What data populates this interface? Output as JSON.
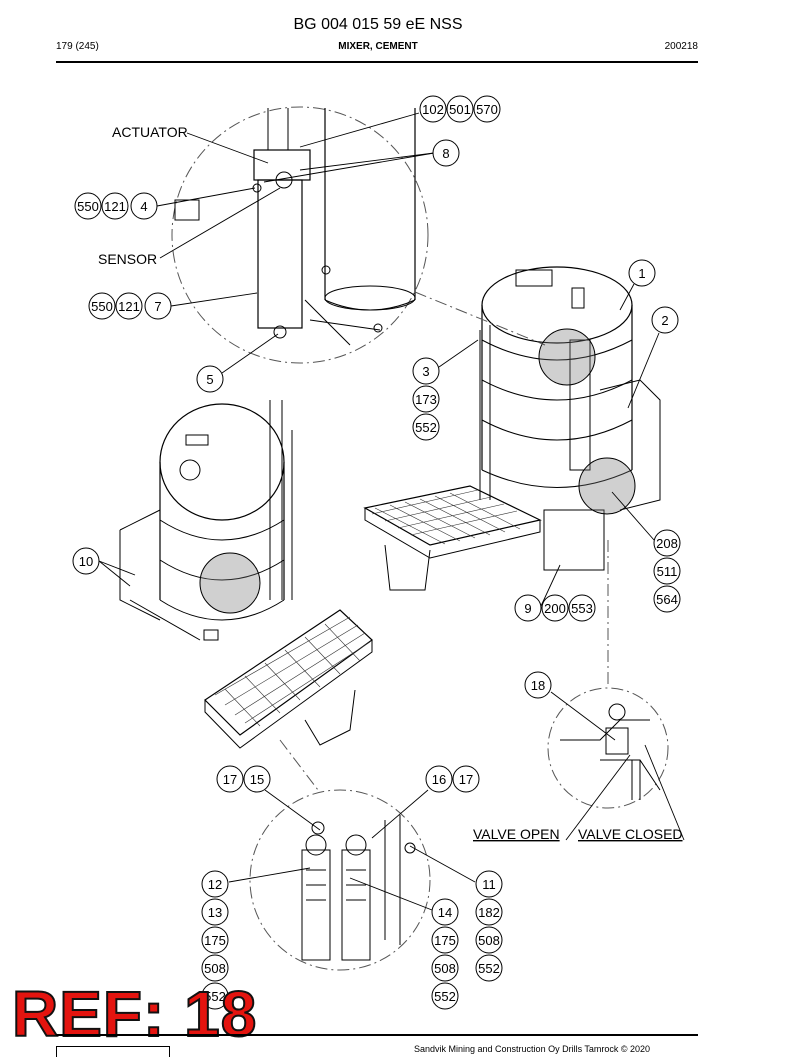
{
  "header": {
    "title": "BG 004 015 59 eE NSS",
    "page": "179 (245)",
    "section": "MIXER, CEMENT",
    "code": "200218"
  },
  "labels": {
    "actuator": "ACTUATOR",
    "sensor": "SENSOR",
    "valve_open": "VALVE OPEN",
    "valve_closed": "VALVE CLOSED"
  },
  "callouts": {
    "c102": "102",
    "c501": "501",
    "c570": "570",
    "c8": "8",
    "c550a": "550",
    "c121a": "121",
    "c4": "4",
    "c550b": "550",
    "c121b": "121",
    "c7": "7",
    "c5": "5",
    "c1": "1",
    "c2": "2",
    "c3": "3",
    "c173": "173",
    "c552a": "552",
    "c10": "10",
    "c208": "208",
    "c511": "511",
    "c564": "564",
    "c9": "9",
    "c200": "200",
    "c553": "553",
    "c18": "18",
    "c17a": "17",
    "c15": "15",
    "c16": "16",
    "c17b": "17",
    "c12": "12",
    "c13": "13",
    "c175a": "175",
    "c508a": "508",
    "c552b": "552",
    "c14": "14",
    "c175b": "175",
    "c508b": "508",
    "c552c": "552",
    "c11": "11",
    "c182": "182",
    "c508c": "508",
    "c552d": "552"
  },
  "stamp": {
    "text": "REF: 18"
  },
  "footer": {
    "text": "Sandvik Mining and Construction Oy Drills Tamrock © 2020"
  }
}
